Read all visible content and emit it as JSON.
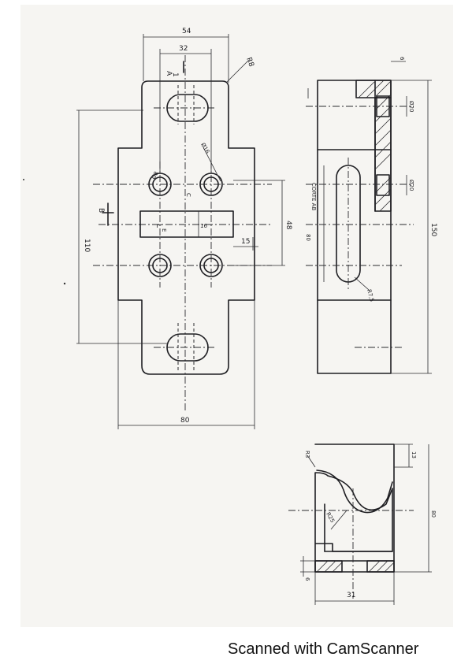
{
  "front_view": {
    "dim_width_top": "54",
    "dim_hole_spacing": "32",
    "dim_corner_radius": "R8",
    "dim_height": "110",
    "dim_bottom_width": "80",
    "dim_slot_height": "16",
    "dim_slot_offset": "15",
    "dim_hole_diameter": "Ø16",
    "dim_right_span": "48",
    "hole_label": "Ø8",
    "section_mark_a": "A",
    "section_mark_1": "1",
    "section_mark_b": "B",
    "section_mark_l": "L",
    "section_mark_e": "E",
    "section_mark_c": "C"
  },
  "side_view": {
    "dim_top_small": "6",
    "dim_upper_hole": "Ø20",
    "dim_lower_hole": "Ø20",
    "dim_total_height": "150",
    "section_label": "CORTE AB",
    "dim_slot_length": "80",
    "dim_slot_radius": "R7,5"
  },
  "bottom_view": {
    "dim_fillet": "R3",
    "dim_top_thickness": "13",
    "dim_arc_radius": "R25",
    "dim_total_height": "80",
    "dim_base_thickness": "6",
    "dim_width": "31"
  },
  "footer": {
    "text": "Scanned with CamScanner"
  }
}
